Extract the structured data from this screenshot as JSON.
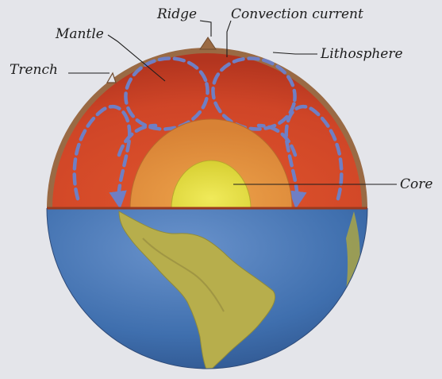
{
  "labels": {
    "ridge": "Ridge",
    "convection_current": "Convection current",
    "mantle": "Mantle",
    "lithosphere": "Lithosphere",
    "trench": "Trench",
    "core": "Core"
  },
  "colors": {
    "background": "#e4e5ea",
    "lithosphere_crust": "#9a6a44",
    "mantle": "#d2462a",
    "outer_core": "#e2933c",
    "inner_core": "#e4de3e",
    "convection_arrows": "#6f7fc4",
    "ocean": "#3f6fae",
    "land": "#b7ae4c"
  }
}
